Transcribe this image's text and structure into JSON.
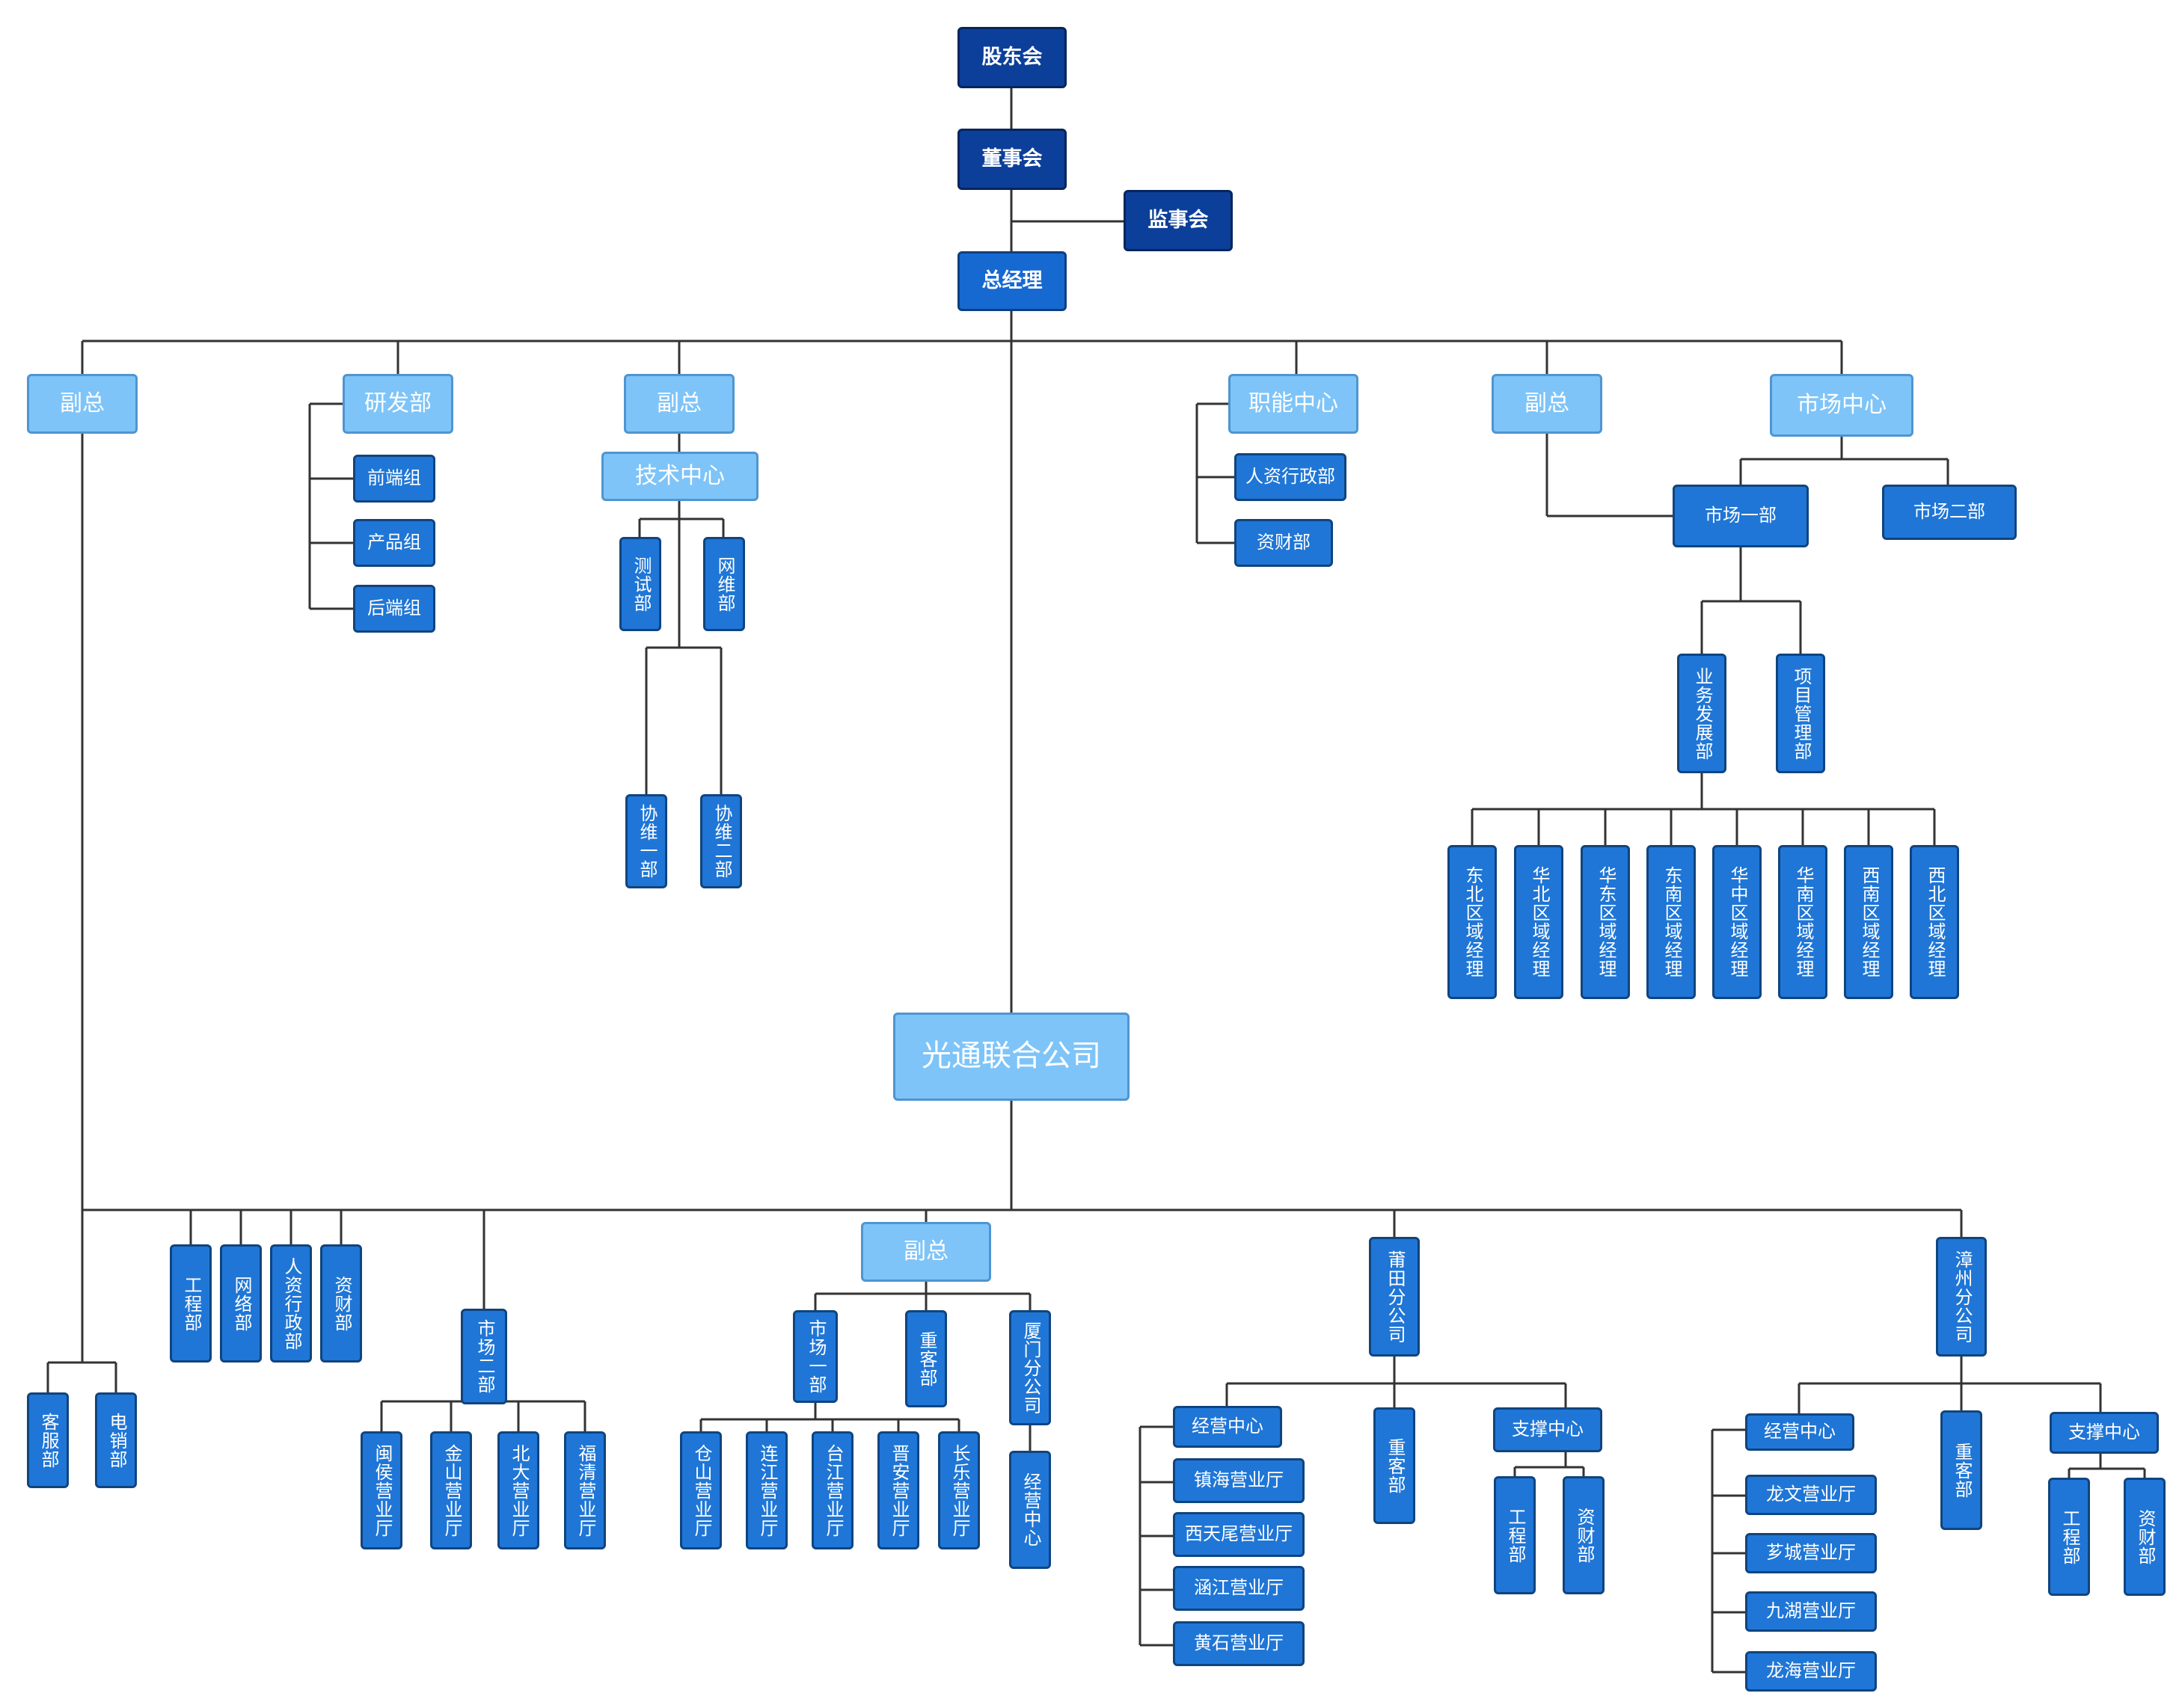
{
  "top": {
    "shareholders": "股东会",
    "board": "董事会",
    "supervisors": "监事会",
    "general_manager": "总经理"
  },
  "branch1": {
    "vp": "副总",
    "company": "光通联合公司",
    "service": "客服部",
    "telesales": "电销部",
    "engineering": "工程部",
    "network": "网络部",
    "hr_admin": "人资行政部",
    "finance": "资财部",
    "market_two": "市场二部",
    "halls_a": [
      "闽侯营业厅",
      "金山营业厅",
      "北大营业厅",
      "福清营业厅"
    ],
    "vp2": "副总",
    "market_one": "市场一部",
    "key_accounts": "重客部",
    "xiamen_branch": "厦门分公司",
    "halls_b": [
      "仓山营业厅",
      "连江营业厅",
      "台江营业厅",
      "晋安营业厅",
      "长乐营业厅"
    ],
    "xiamen_center": "经营中心"
  },
  "putian": {
    "title": "莆田分公司",
    "operations": "经营中心",
    "key_accounts": "重客部",
    "support": "支撑中心",
    "halls": [
      "镇海营业厅",
      "西天尾营业厅",
      "涵江营业厅",
      "黄石营业厅"
    ],
    "support_children": [
      "工程部",
      "资财部"
    ]
  },
  "zhangzhou": {
    "title": "漳州分公司",
    "operations": "经营中心",
    "key_accounts": "重客部",
    "support": "支撑中心",
    "halls": [
      "龙文营业厅",
      "芗城营业厅",
      "九湖营业厅",
      "龙海营业厅"
    ],
    "support_children": [
      "工程部",
      "资财部"
    ]
  },
  "rd": {
    "title": "研发部",
    "groups": [
      "前端组",
      "产品组",
      "后端组"
    ]
  },
  "tech": {
    "vp": "副总",
    "center": "技术中心",
    "testing": "测试部",
    "netops": "网维部",
    "coop": [
      "协维一部",
      "协维二部"
    ]
  },
  "functions": {
    "title": "职能中心",
    "children": [
      "人资行政部",
      "资财部"
    ]
  },
  "market": {
    "vp": "副总",
    "center": "市场中心",
    "dept_one": "市场一部",
    "dept_two": "市场二部",
    "business_dev": "业务发展部",
    "project_mgmt": "项目管理部",
    "regions": [
      "东北区域经理",
      "华北区域经理",
      "华东区域经理",
      "东南区域经理",
      "华中区域经理",
      "华南区域经理",
      "西南区域经理",
      "西北区域经理"
    ]
  },
  "colors": {
    "navy": "#0c3f99",
    "royal": "#1769d2",
    "light": "#7ec4f8",
    "mid": "#1f76d6",
    "line": "#333333"
  }
}
